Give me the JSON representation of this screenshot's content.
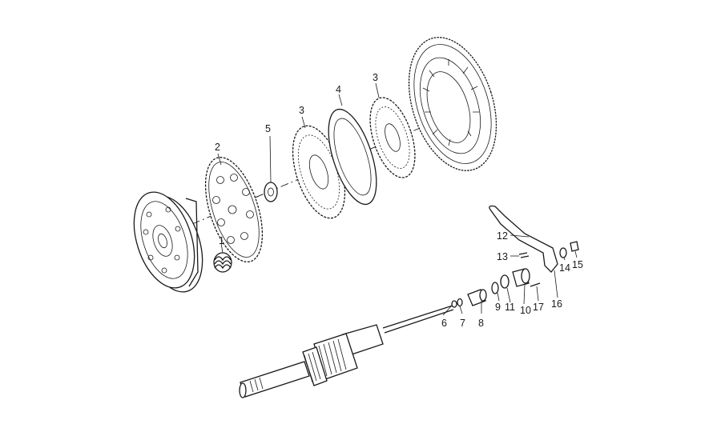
{
  "labels": {
    "l1": "1",
    "l2": "2",
    "l3a": "3",
    "l3b": "3",
    "l4": "4",
    "l5": "5",
    "l6": "6",
    "l7": "7",
    "l8": "8",
    "l9": "9",
    "l10": "10",
    "l11": "11",
    "l12": "12",
    "l13": "13",
    "l14": "14",
    "l15": "15",
    "l16": "16",
    "l17": "17"
  },
  "colors": {
    "ink": "#1a1a1a",
    "background": "#ffffff"
  }
}
